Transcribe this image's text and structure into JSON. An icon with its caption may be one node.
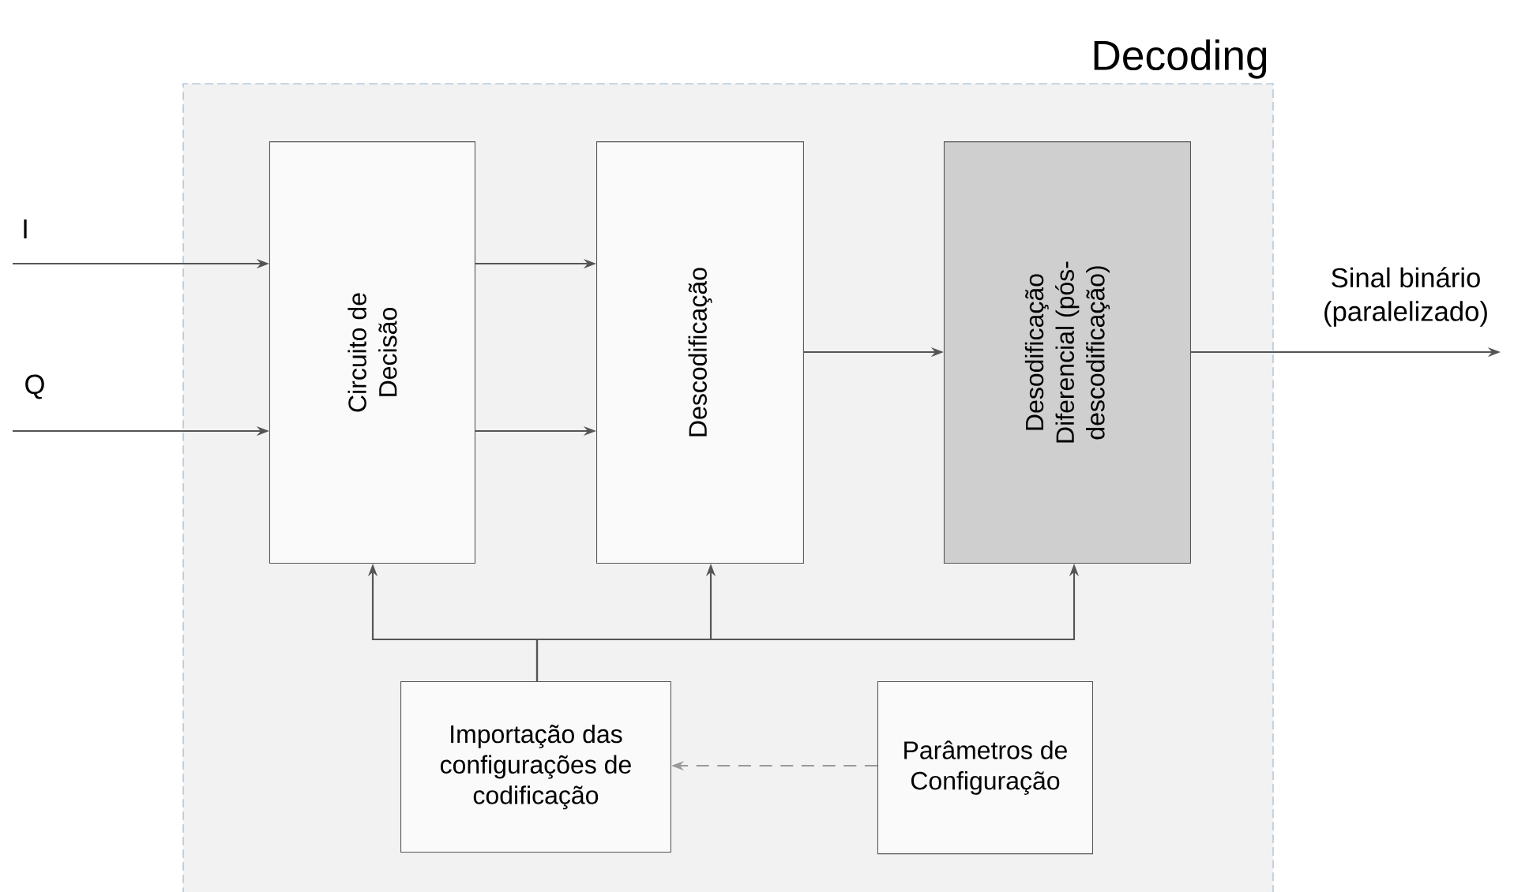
{
  "diagram": {
    "nodes": [
      {
        "text": [
          "Decoding"
        ]
      },
      {
        "text": [
          "Circuito de Decisão"
        ],
        "in": 0
      },
      {
        "text": [
          "Descodificação"
        ],
        "in": 0
      },
      {
        "text": [
          "Desodificação Diferencial (pós-descodificação)"
        ],
        "in": 0
      },
      {
        "text": [
          "Importação das configurações de codificação"
        ],
        "in": 0
      },
      {
        "text": [
          "Parâmetros de Configuração"
        ],
        "in": 0
      }
    ],
    "edges": [
      {
        "from": null,
        "to": 1,
        "arrow": "to",
        "label": "I"
      },
      {
        "from": null,
        "to": 1,
        "arrow": "to",
        "label": "Q"
      },
      {
        "from": 1,
        "to": 2,
        "arrow": "to"
      },
      {
        "from": 1,
        "to": 2,
        "arrow": "to"
      },
      {
        "from": 2,
        "to": 3,
        "arrow": "to"
      },
      {
        "from": 3,
        "to": null,
        "arrow": "to",
        "label": "Sinal binário (paralelizado)"
      },
      {
        "from": 4,
        "to": 1,
        "arrow": "to"
      },
      {
        "from": 4,
        "to": 2,
        "arrow": "to"
      },
      {
        "from": 4,
        "to": 3,
        "arrow": "to"
      },
      {
        "from": 5,
        "to": 4,
        "arrow": "to",
        "style": "dashed",
        "color": "#999999"
      }
    ]
  }
}
